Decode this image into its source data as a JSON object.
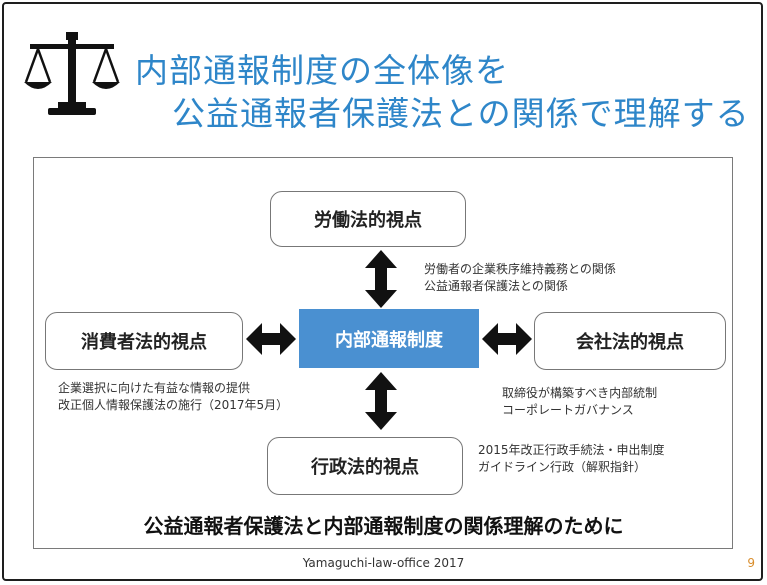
{
  "title": {
    "line1": "内部通報制度の全体像を",
    "line2": "公益通報者保護法との関係で理解する"
  },
  "icons": {
    "scale": "scales-of-justice-icon"
  },
  "diagram": {
    "center": "内部通報制度",
    "top": {
      "label": "労働法的視点",
      "notes": [
        "労働者の企業秩序維持義務との関係",
        "公益通報者保護法との関係"
      ]
    },
    "left": {
      "label": "消費者法的視点",
      "notes": [
        "企業選択に向けた有益な情報の提供",
        "改正個人情報保護法の施行（2017年5月）"
      ]
    },
    "right": {
      "label": "会社法的視点",
      "notes": [
        "取締役が構築すべき内部統制",
        "コーポレートガバナンス"
      ]
    },
    "bottom": {
      "label": "行政法的視点",
      "notes": [
        "2015年改正行政手続法・申出制度",
        "ガイドライン行政（解釈指針）"
      ]
    },
    "footer": "公益通報者保護法と内部通報制度の関係理解のために"
  },
  "credit": "Yamaguchi-law-office 2017",
  "page_number": "9",
  "colors": {
    "title": "#2e86c9",
    "center_fill": "#4a90d1",
    "page_number": "#d98d2b"
  }
}
